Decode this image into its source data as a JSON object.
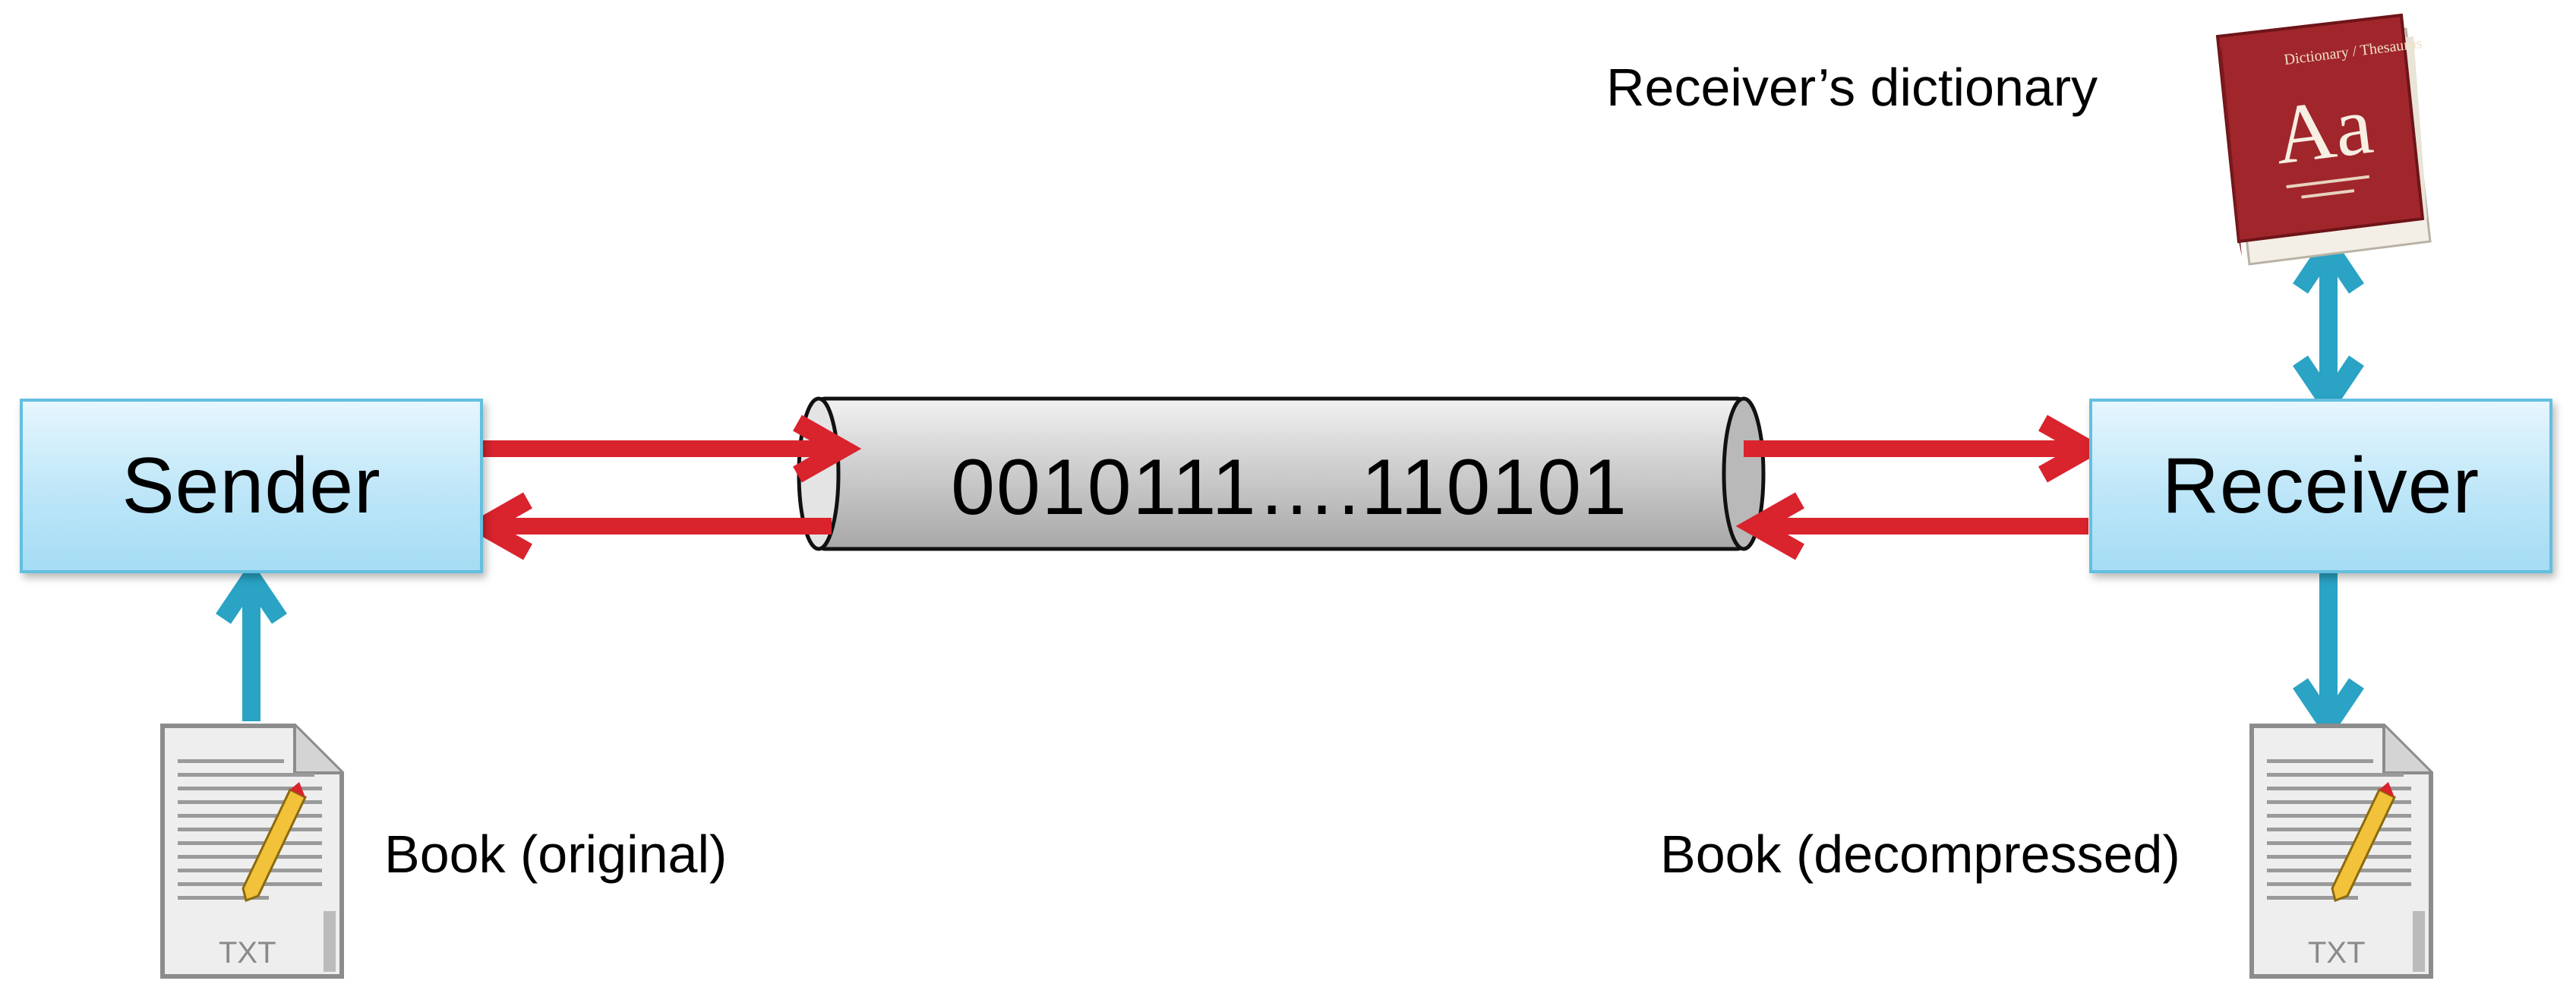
{
  "boxes": {
    "sender": "Sender",
    "receiver": "Receiver"
  },
  "channel": {
    "bits": "0010111….110101"
  },
  "labels": {
    "dictionary": "Receiver’s dictionary",
    "book_original": "Book (original)",
    "book_decompressed": "Book (decompressed)"
  },
  "icons": {
    "document": "txt-document-icon",
    "document_caption": "TXT",
    "dictionary": "dictionary-icon",
    "dictionary_cover_top": "Dictionary / Thesaurus",
    "dictionary_cover_main": "Aa"
  },
  "colors": {
    "box_fill": "#bde6f8",
    "box_border": "#63bfe0",
    "red_arrow": "#d9232d",
    "blue_arrow": "#2aa3c4",
    "pipe_fill": "#c9c9c9",
    "book_cover": "#a0262c"
  }
}
